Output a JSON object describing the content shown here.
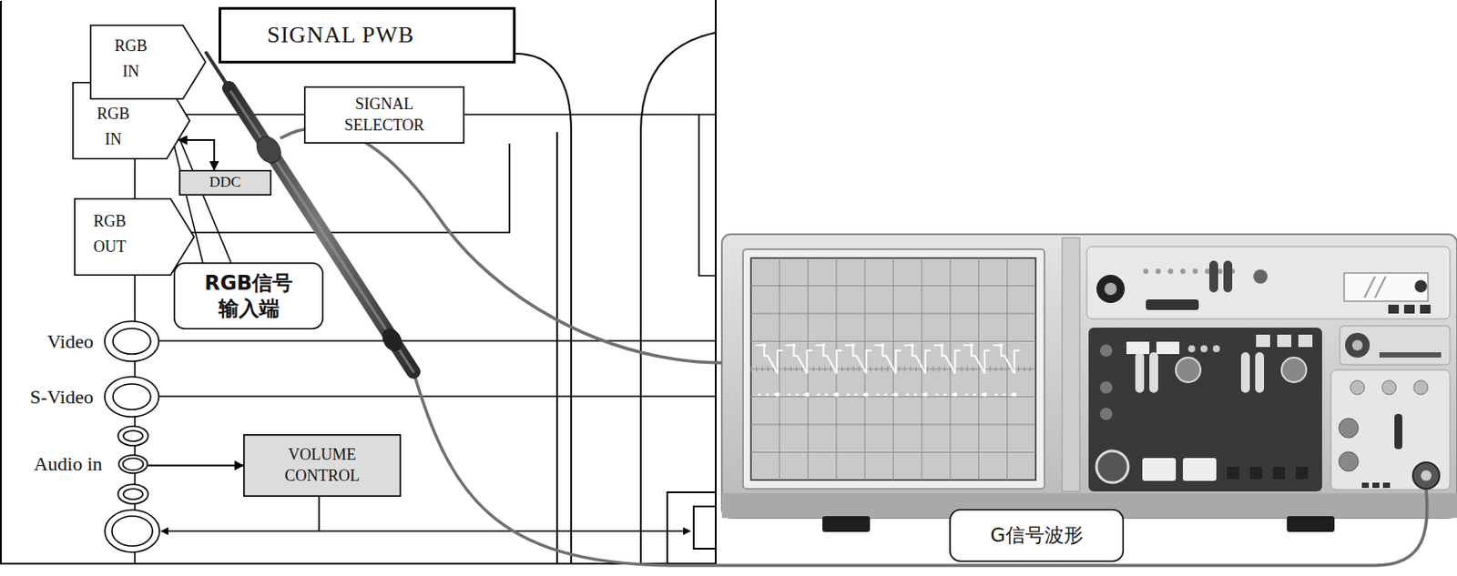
{
  "diagram": {
    "nodes": [
      {
        "text": [
          "SIGNAL PWB"
        ]
      },
      {
        "text": [
          "RGB IN"
        ]
      },
      {
        "text": [
          "RGB IN"
        ]
      },
      {
        "text": [
          "SIGNAL SELECTOR"
        ]
      },
      {
        "text": [
          "DDC"
        ]
      },
      {
        "text": [
          "RGB OUT"
        ]
      },
      {
        "text": [
          "RGB信号 输入端"
        ]
      },
      {
        "text": [
          "Video"
        ]
      },
      {
        "text": [
          "S-Video"
        ]
      },
      {
        "text": [
          "Audio in"
        ]
      },
      {
        "text": [
          "VOLUME CONTROL"
        ]
      },
      {
        "text": [
          "G信号波形"
        ]
      }
    ],
    "edges": [
      {
        "from": 2,
        "to": 4,
        "arrow": "both"
      },
      {
        "from": 9,
        "to": 10,
        "arrow": "to"
      }
    ]
  }
}
